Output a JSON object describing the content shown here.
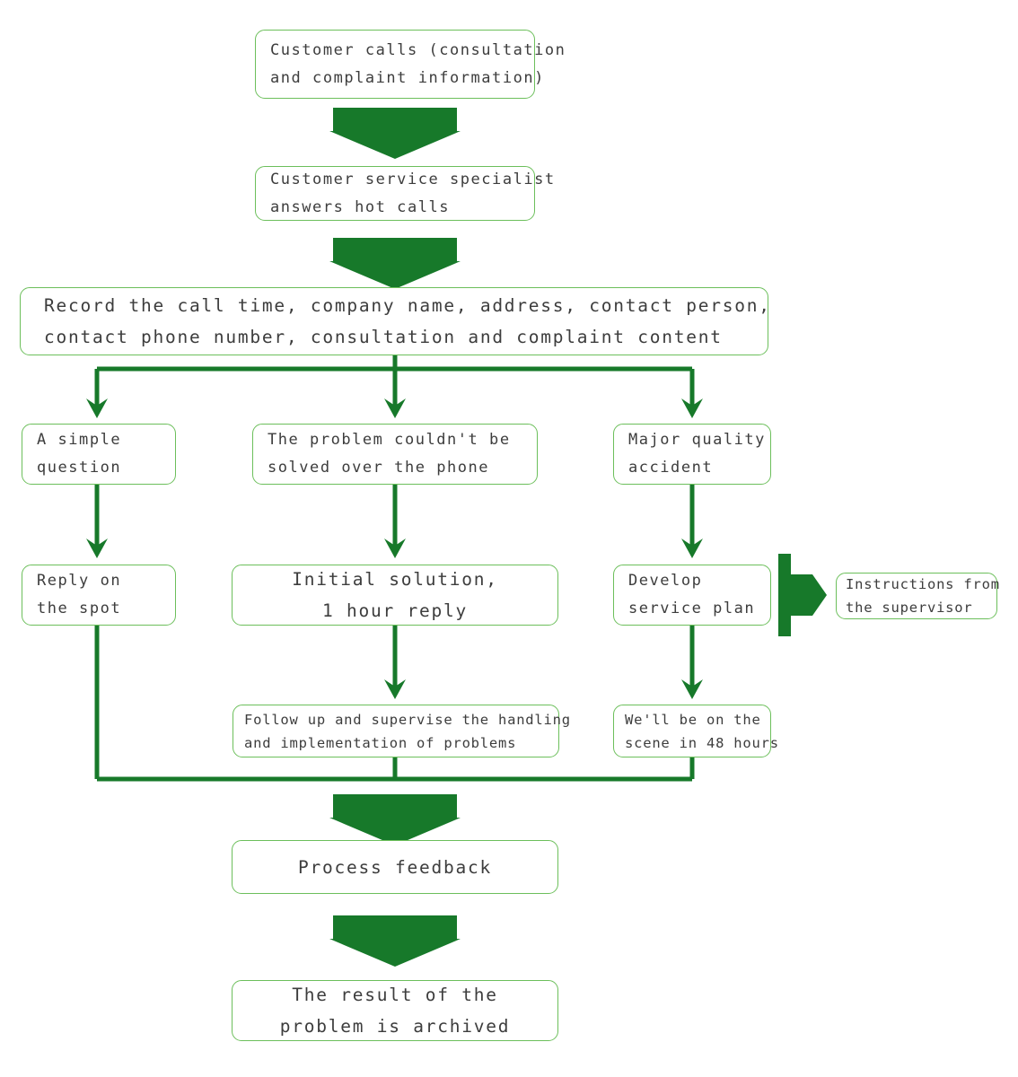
{
  "diagram": {
    "title": "Customer service complaint handling flowchart",
    "colors": {
      "box_border": "#6cbf5b",
      "box_fill": "#ffffff",
      "text": "#3d3d3d",
      "arrow_green": "#17792a",
      "line_green": "#17792a"
    },
    "nodes": [
      {
        "id": "customer-calls",
        "lines": [
          "Customer calls (consultation",
          "and complaint information)"
        ]
      },
      {
        "id": "specialist-answers",
        "lines": [
          "Customer service specialist",
          "answers hot calls"
        ]
      },
      {
        "id": "record-call",
        "lines": [
          "Record the call time, company name, address, contact person,",
          "contact phone number, consultation and complaint content"
        ]
      },
      {
        "id": "simple-question",
        "lines": [
          "A simple",
          "question"
        ]
      },
      {
        "id": "not-solved-phone",
        "lines": [
          "The problem couldn't be",
          "solved over the phone"
        ]
      },
      {
        "id": "major-accident",
        "lines": [
          "Major quality",
          "accident"
        ]
      },
      {
        "id": "reply-on-spot",
        "lines": [
          "Reply on",
          "the spot"
        ]
      },
      {
        "id": "initial-solution",
        "lines": [
          "Initial solution,",
          "1 hour reply"
        ]
      },
      {
        "id": "develop-service-plan",
        "lines": [
          "Develop",
          "service plan"
        ]
      },
      {
        "id": "supervisor-instructions",
        "lines": [
          "Instructions from",
          "the supervisor"
        ]
      },
      {
        "id": "follow-up",
        "lines": [
          "Follow up and supervise the handling",
          "and implementation of problems"
        ]
      },
      {
        "id": "on-scene-48h",
        "lines": [
          "We'll be on the",
          "scene in 48 hours"
        ]
      },
      {
        "id": "process-feedback",
        "lines": [
          "Process feedback"
        ]
      },
      {
        "id": "result-archived",
        "lines": [
          "The result of the",
          "problem is archived"
        ]
      }
    ],
    "arrows": [
      {
        "id": "arrow-calls-to-specialist",
        "direction": "down"
      },
      {
        "id": "arrow-specialist-to-record",
        "direction": "down"
      },
      {
        "id": "arrow-plan-to-supervisor",
        "direction": "right"
      },
      {
        "id": "arrow-merge-to-feedback",
        "direction": "down"
      },
      {
        "id": "arrow-feedback-to-archive",
        "direction": "down"
      }
    ],
    "connectors": [
      {
        "id": "branch-split-record"
      },
      {
        "id": "line-simple-to-reply"
      },
      {
        "id": "line-notsolved-to-initial"
      },
      {
        "id": "line-accident-to-plan"
      },
      {
        "id": "line-initial-to-followup"
      },
      {
        "id": "line-plan-to-48h"
      },
      {
        "id": "merge-bottom-bar"
      }
    ]
  }
}
